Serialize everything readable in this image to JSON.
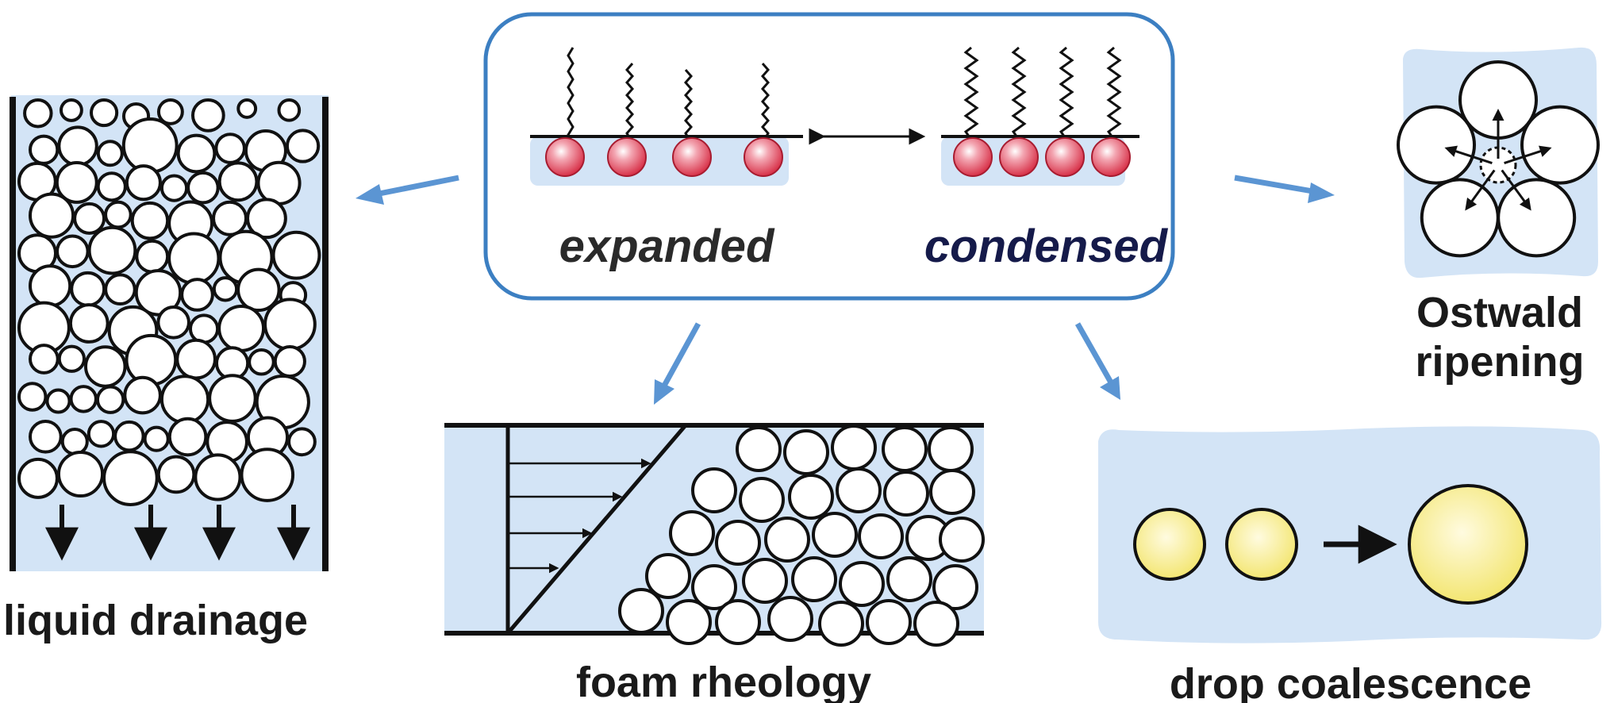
{
  "colors": {
    "liquid": "#d3e4f6",
    "frame_blue": "#3c7fc2",
    "arrow_blue": "#5b95d3",
    "surfactant_red": "#d8334a",
    "drop_yellow": "#f4ea7a",
    "expanded_text": "#2a2a2a",
    "condensed_text": "#151a4a"
  },
  "center": {
    "expanded_label": "expanded",
    "condensed_label": "condensed"
  },
  "labels": {
    "liquid_drainage": "liquid drainage",
    "foam_rheology": "foam rheology",
    "drop_coalescence": "drop coalescence",
    "ostwald_line1": "Ostwald",
    "ostwald_line2": "ripening"
  }
}
